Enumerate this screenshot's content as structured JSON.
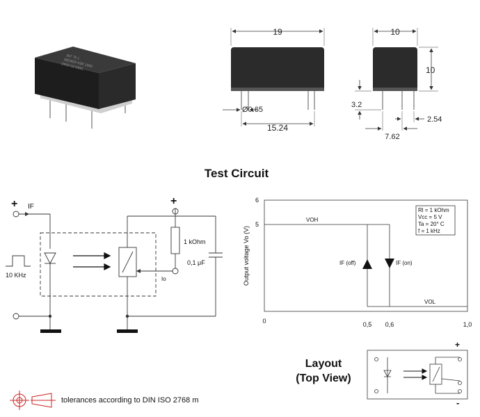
{
  "dimensions": {
    "length": "19",
    "width": "10",
    "height": "10",
    "pin_diameter": "Ø0.65",
    "pin_spacing_long": "15.24",
    "pin_length": "3.2",
    "pin_spacing_short": "7.62",
    "pin_pitch": "2.54"
  },
  "test_circuit": {
    "title": "Test Circuit",
    "input_label": "IF",
    "plus": "+",
    "frequency": "10 KHz",
    "resistor": "1 kOhm",
    "capacitor": "0,1 μF",
    "output_current": "Io"
  },
  "graph": {
    "y_axis_label": "Output voltage Vo (V)",
    "y_ticks": [
      "6",
      "5",
      "0"
    ],
    "x_ticks": [
      "0,5",
      "0,6",
      "1,0"
    ],
    "voh": "VOH",
    "vol": "VOL",
    "if_off": "IF (off)",
    "if_on": "IF (on)",
    "conditions": [
      "Rl = 1 kOhm",
      "Vcc = 5 V",
      "Ta = 20° C",
      "f = 1 kHz"
    ]
  },
  "layout": {
    "title_line1": "Layout",
    "title_line2": "(Top View)",
    "plus": "+",
    "minus": "-"
  },
  "tolerance_note": "tolerances according to DIN ISO 2768 m"
}
